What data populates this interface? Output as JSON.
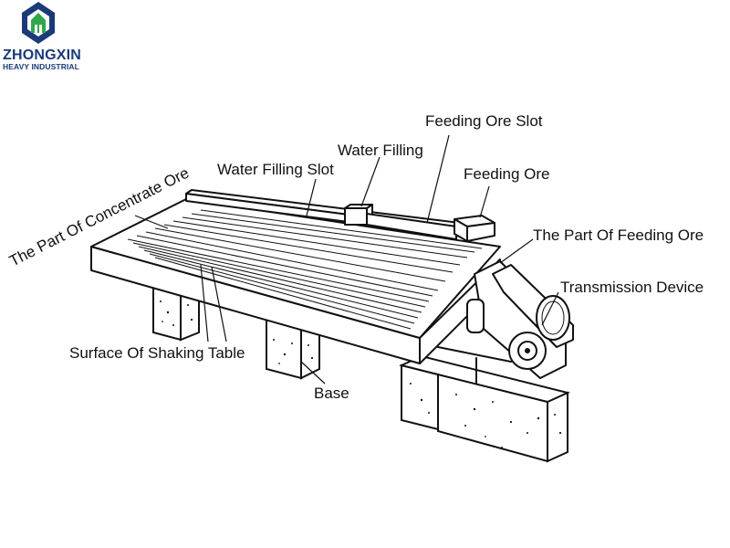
{
  "brand": {
    "name": "ZHONGXIN",
    "subtitle": "HEAVY INDUSTRIAL",
    "logo_colors": {
      "blue": "#1a3a78",
      "green": "#2ea84a"
    }
  },
  "labels": {
    "feeding_ore_slot": "Feeding Ore Slot",
    "water_filling": "Water Filling",
    "water_filling_slot": "Water Filling Slot",
    "feeding_ore": "Feeding Ore",
    "part_of_concentrate_ore": "The Part Of Concentrate Ore",
    "part_of_feeding_ore": "The Part Of Feeding Ore",
    "transmission_device": "Transmission Device",
    "surface_of_shaking_table": "Surface Of Shaking Table",
    "base": "Base"
  }
}
